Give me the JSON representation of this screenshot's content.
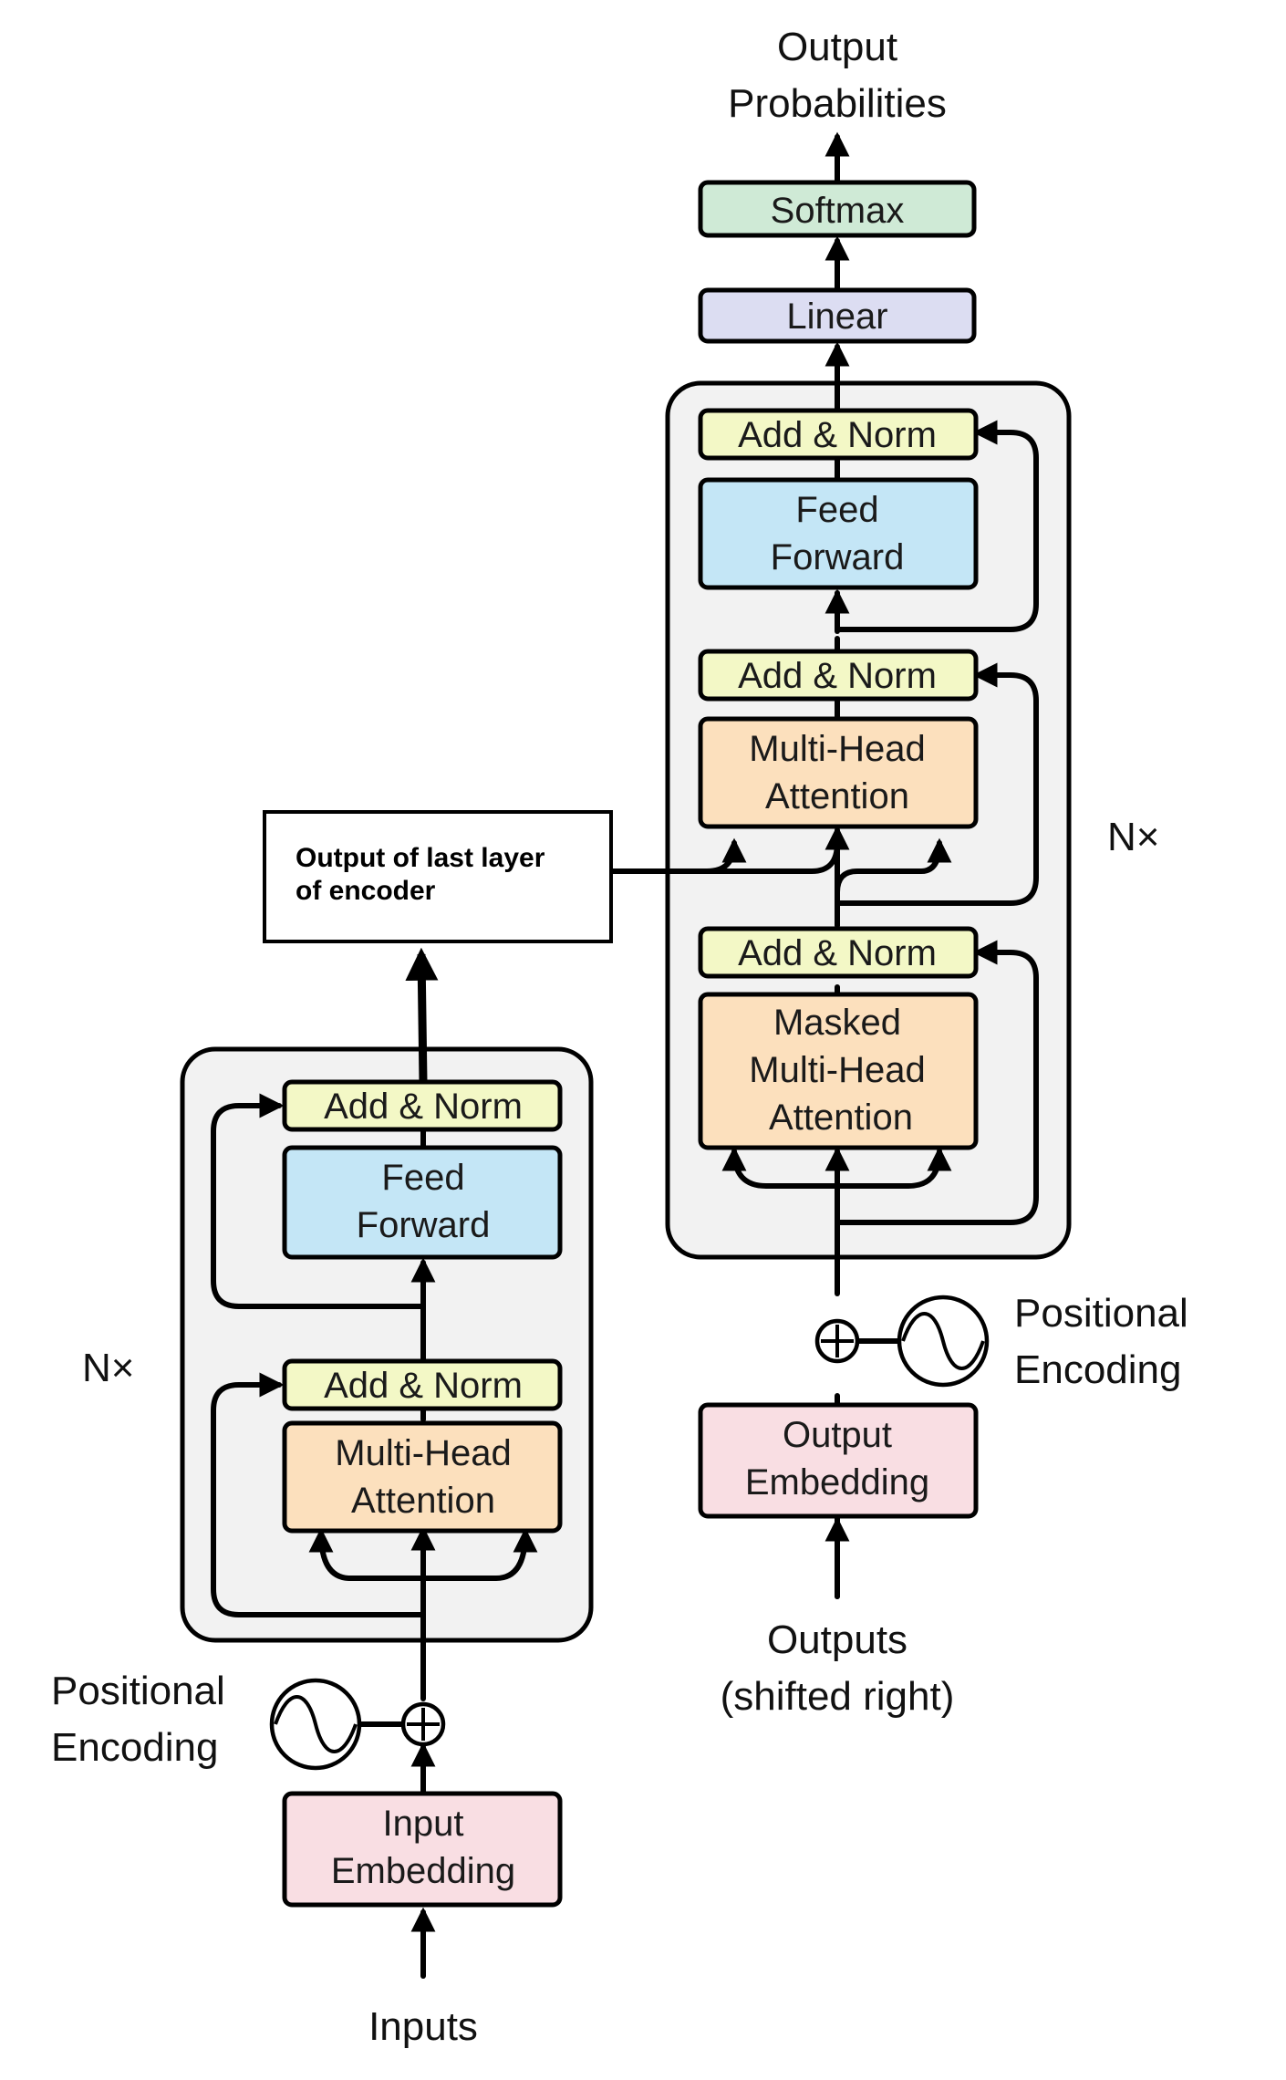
{
  "colors": {
    "add_norm": "#F3F8C6",
    "feed_forward": "#C4E6F6",
    "attention": "#FCE0BD",
    "embedding": "#F9DEE3",
    "linear": "#DCDDF2",
    "softmax": "#CFEAD6",
    "stack_bg": "#F2F2F2"
  },
  "icons": {
    "adder": "circled-plus-icon",
    "positional_encoding": "sine-wave-icon"
  },
  "top": {
    "output_probabilities_line1": "Output",
    "output_probabilities_line2": "Probabilities",
    "softmax": "Softmax",
    "linear": "Linear"
  },
  "decoder": {
    "nx_label": "N×",
    "add_norm_top": "Add & Norm",
    "feed_forward_line1": "Feed",
    "feed_forward_line2": "Forward",
    "add_norm_mid": "Add & Norm",
    "cross_attention_line1": "Multi-Head",
    "cross_attention_line2": "Attention",
    "add_norm_bottom": "Add & Norm",
    "masked_attention_line1": "Masked",
    "masked_attention_line2": "Multi-Head",
    "masked_attention_line3": "Attention",
    "positional_encoding_line1": "Positional",
    "positional_encoding_line2": "Encoding",
    "embedding_line1": "Output",
    "embedding_line2": "Embedding",
    "input_line1": "Outputs",
    "input_line2": "(shifted right)"
  },
  "encoder": {
    "output_box_line1": "Output of last layer",
    "output_box_line2": "of encoder",
    "nx_label": "N×",
    "add_norm_top": "Add & Norm",
    "feed_forward_line1": "Feed",
    "feed_forward_line2": "Forward",
    "add_norm_bottom": "Add & Norm",
    "attention_line1": "Multi-Head",
    "attention_line2": "Attention",
    "positional_encoding_line1": "Positional",
    "positional_encoding_line2": "Encoding",
    "embedding_line1": "Input",
    "embedding_line2": "Embedding",
    "input_label": "Inputs"
  }
}
